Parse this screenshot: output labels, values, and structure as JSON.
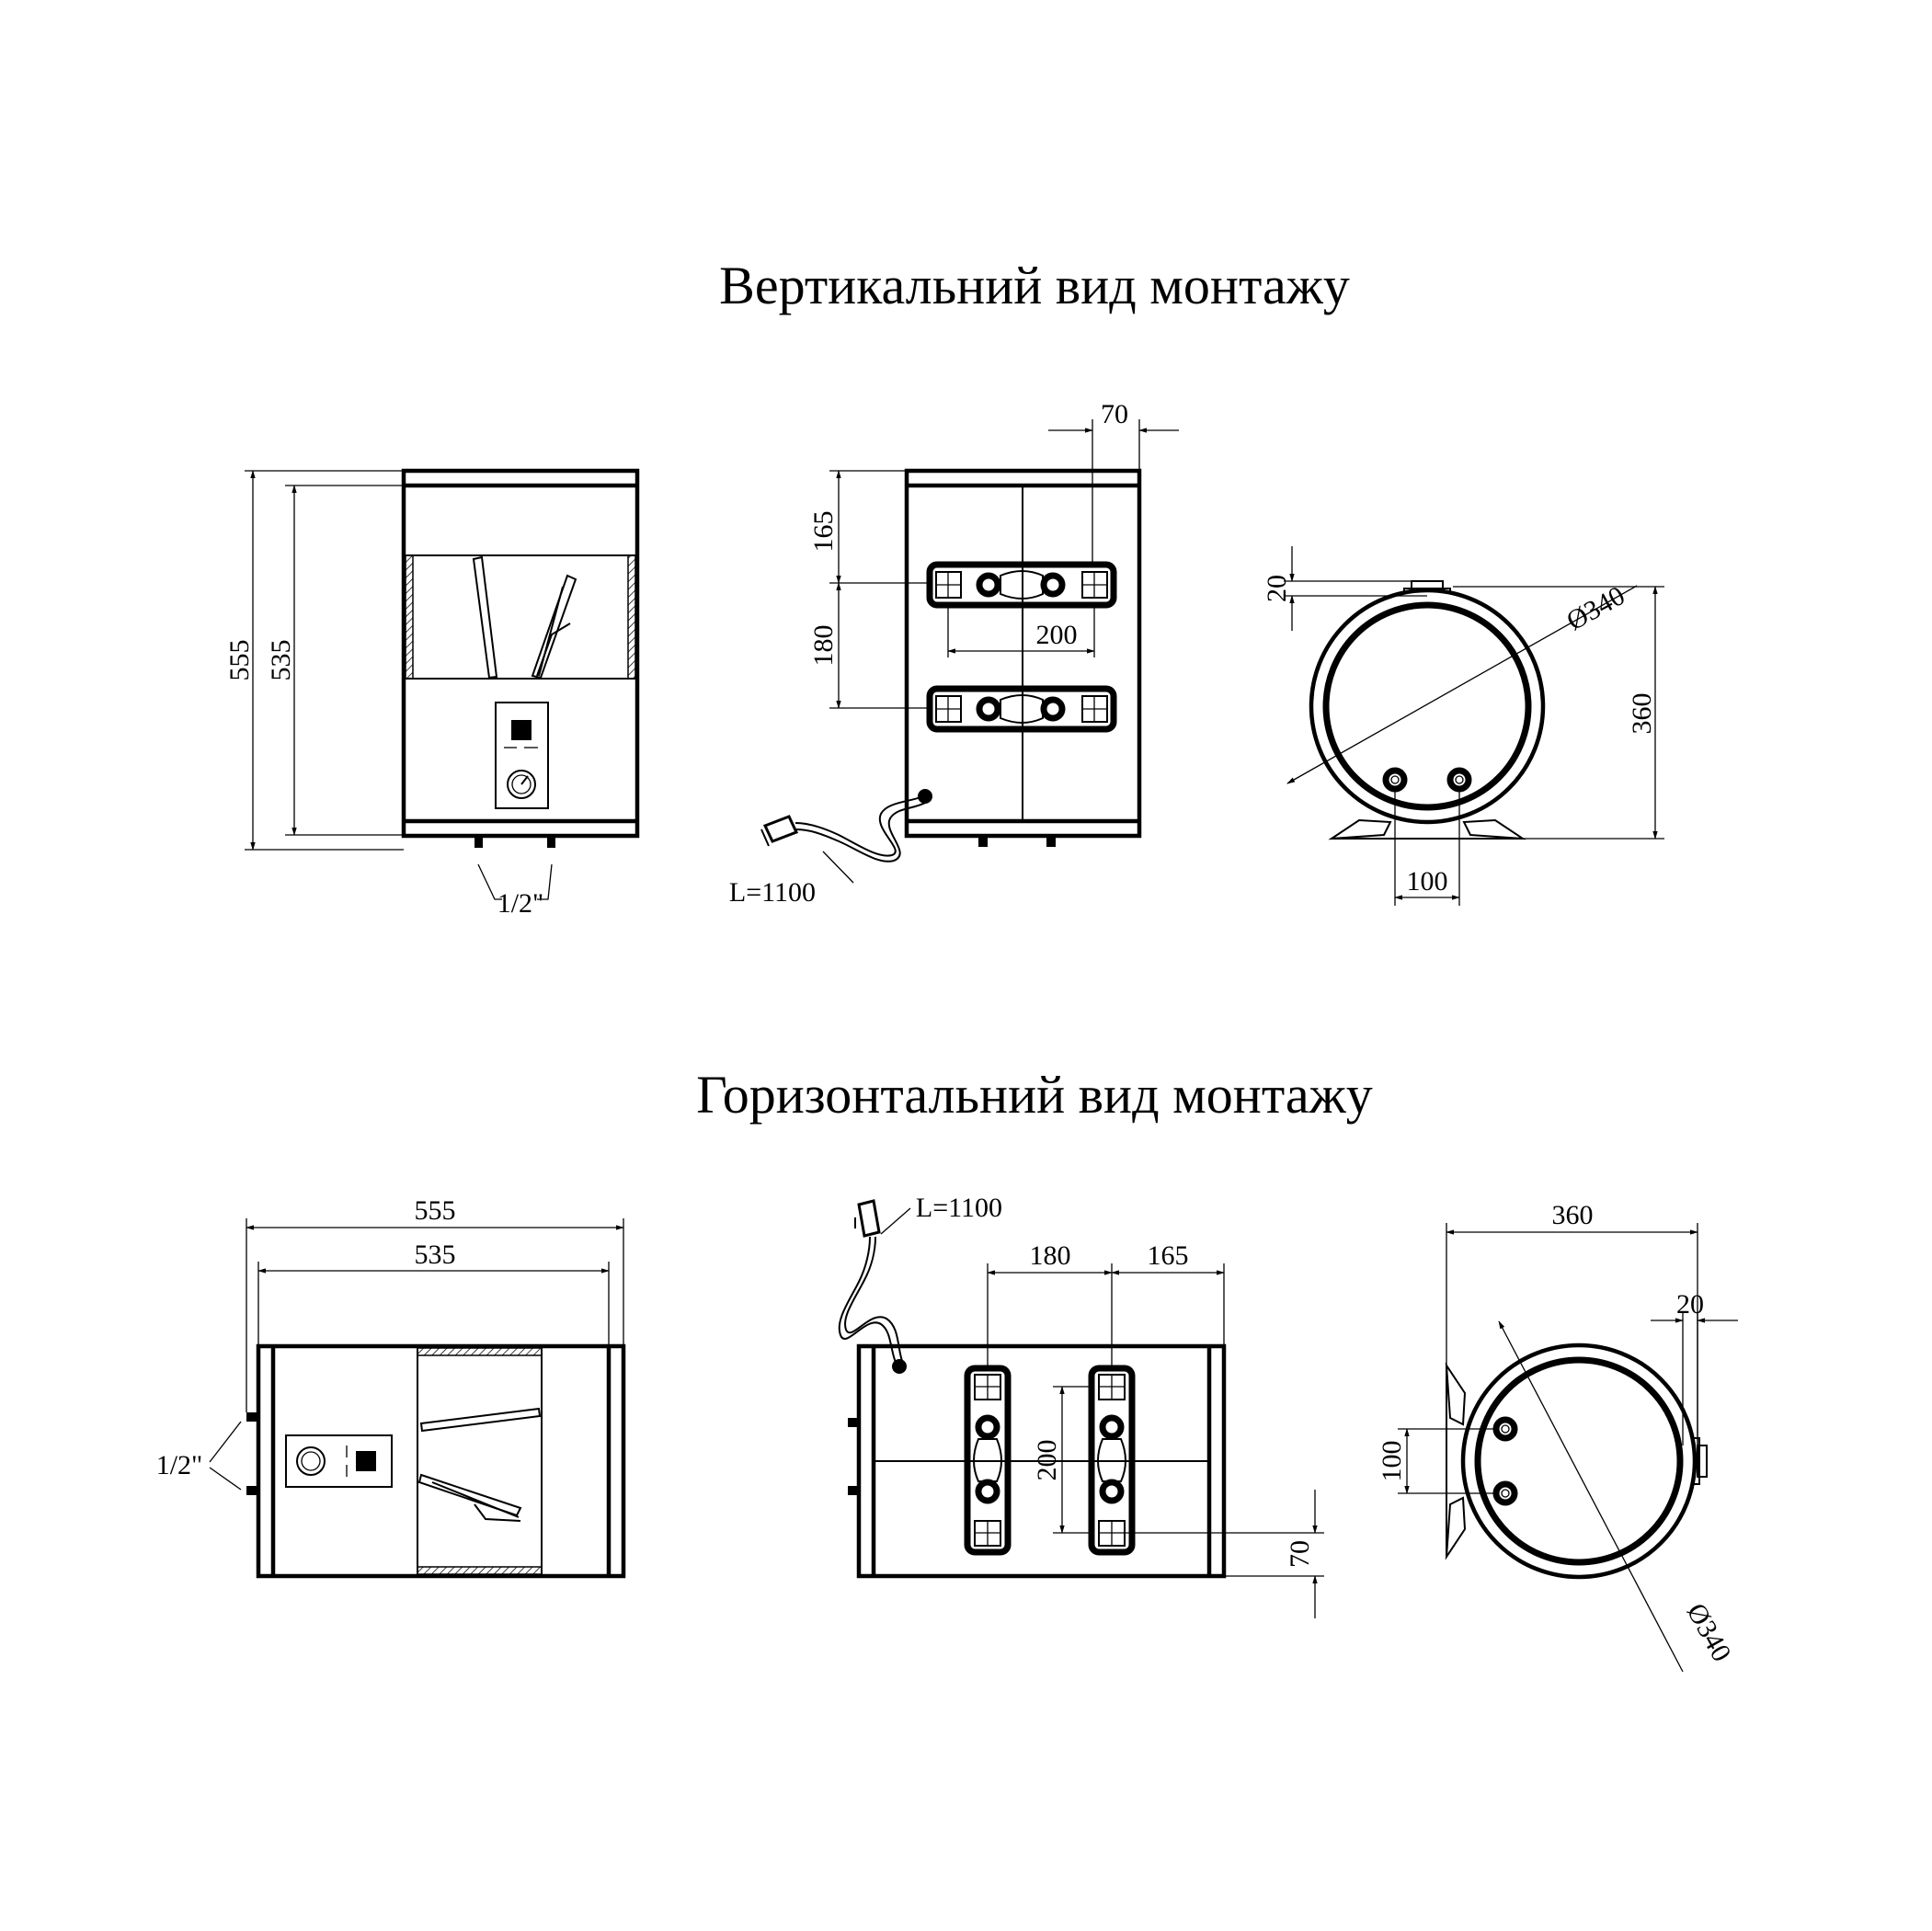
{
  "titles": {
    "vertical": "Вертикальний вид монтажу",
    "horizontal": "Горизонтальний вид монтажу"
  },
  "dims": {
    "d555": "555",
    "d535": "535",
    "thread": "1/2\"",
    "d70": "70",
    "d165": "165",
    "d180": "180",
    "d200": "200",
    "cable": "L=1100",
    "d20": "20",
    "d340": "Ø340",
    "d360": "360",
    "d100": "100"
  }
}
